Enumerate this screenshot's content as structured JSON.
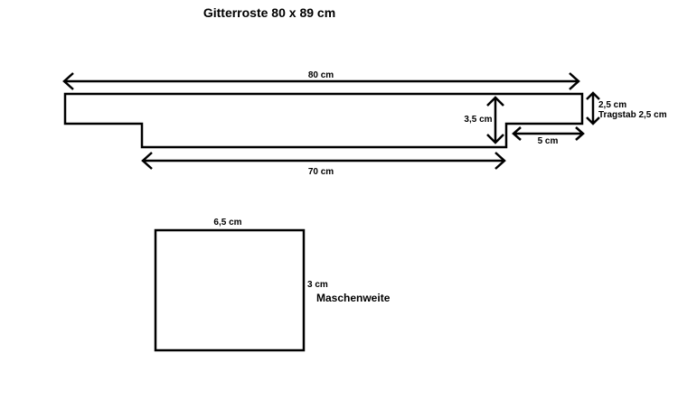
{
  "title": "Gitterroste 80 x 89 cm",
  "profile": {
    "total_width": "80 cm",
    "bottom_width": "70 cm",
    "height": "3,5 cm",
    "step_height": "2,5 cm",
    "tragstab": "Tragstab 2,5 cm",
    "step_width": "5 cm"
  },
  "mesh": {
    "width": "6,5 cm",
    "height": "3 cm",
    "label": "Maschenweite"
  }
}
